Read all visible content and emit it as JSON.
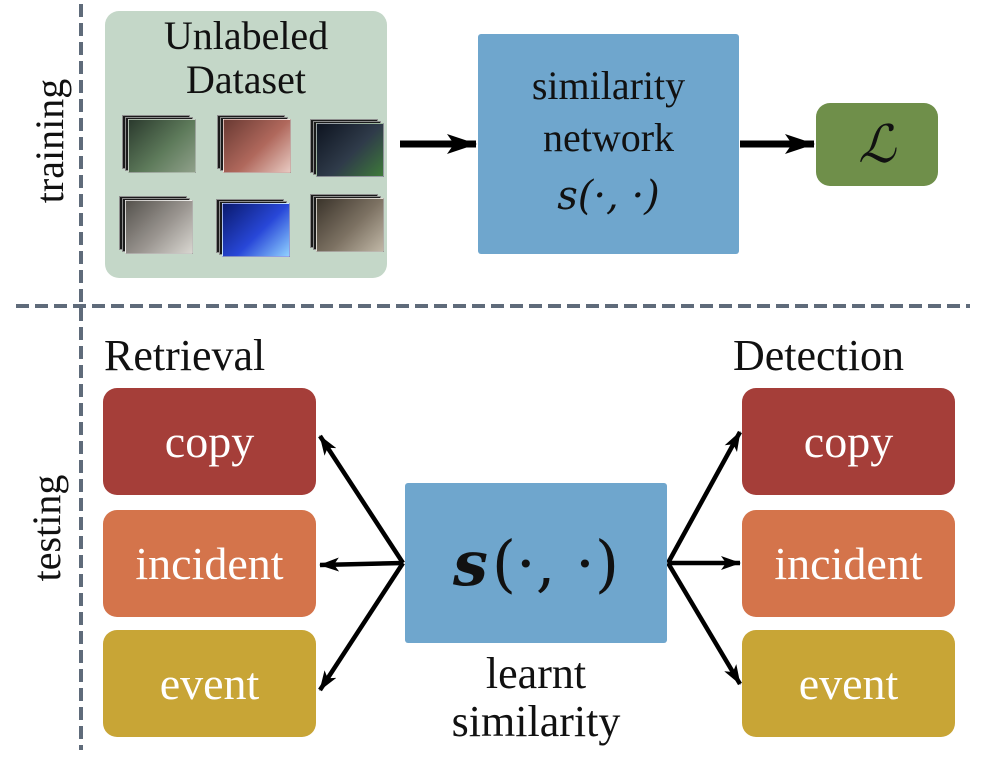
{
  "sections": {
    "training_label": "training",
    "testing_label": "testing"
  },
  "training": {
    "dataset": {
      "title_line1": "Unlabeled",
      "title_line2": "Dataset",
      "thumbnails": [
        {
          "name": "video-thumbnail-tunnel",
          "colors": [
            "#2b3a2e",
            "#5d7a5a",
            "#8fa08a"
          ]
        },
        {
          "name": "video-thumbnail-cheerleader",
          "colors": [
            "#6a3a33",
            "#b0685c",
            "#e7c9c1"
          ]
        },
        {
          "name": "video-thumbnail-baseball",
          "colors": [
            "#0e1420",
            "#2f3b4a",
            "#3e7a3a"
          ]
        },
        {
          "name": "video-thumbnail-driver",
          "colors": [
            "#55524d",
            "#9a9590",
            "#d8d6d0"
          ]
        },
        {
          "name": "video-thumbnail-concert",
          "colors": [
            "#0a1a6e",
            "#2847d8",
            "#8fd0ff"
          ]
        },
        {
          "name": "video-thumbnail-smoke",
          "colors": [
            "#3b342b",
            "#7d7263",
            "#c0b7a6"
          ]
        }
      ]
    },
    "network": {
      "line1": "similarity",
      "line2": "network",
      "formula": "s(·, ·)"
    },
    "loss": {
      "symbol": "ℒ"
    }
  },
  "testing": {
    "retrieval_heading": "Retrieval",
    "detection_heading": "Detection",
    "retrieval_tasks": [
      "copy",
      "incident",
      "event"
    ],
    "detection_tasks": [
      "copy",
      "incident",
      "event"
    ],
    "similarity": {
      "s": "s",
      "args": "(·, ·)",
      "caption_line1": "learnt",
      "caption_line2": "similarity"
    }
  },
  "colors": {
    "dataset_bg": "#c4d7c8",
    "network_blue": "#6fa6cd",
    "loss_green": "#6f8f4a",
    "copy_red": "#a53e39",
    "incident_orange": "#d4744b",
    "event_gold": "#c8a536",
    "divider": "#5f6b7a"
  }
}
